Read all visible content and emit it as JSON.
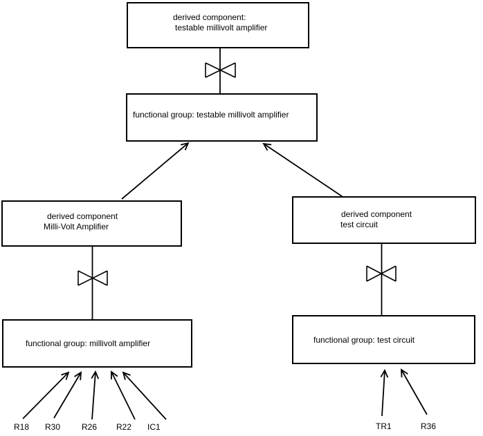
{
  "diagram": {
    "background_color": "#ffffff",
    "line_color": "#000000",
    "nodes": {
      "derived_testable": {
        "line1": "derived component:",
        "line2": "testable millivolt amplifier"
      },
      "functional_testable": {
        "label": "functional group: testable millivolt amplifier"
      },
      "derived_millivolt": {
        "line1": "derived component",
        "line2": "Milli-Volt Amplifier"
      },
      "derived_test": {
        "line1": "derived component",
        "line2": "test circuit"
      },
      "functional_millivolt": {
        "label": "functional group: millivolt amplifier"
      },
      "functional_test": {
        "label": "functional group: test circuit"
      }
    },
    "components_left": [
      "R18",
      "R30",
      "R26",
      "R22",
      "IC1"
    ],
    "components_right": [
      "TR1",
      "R36"
    ]
  }
}
